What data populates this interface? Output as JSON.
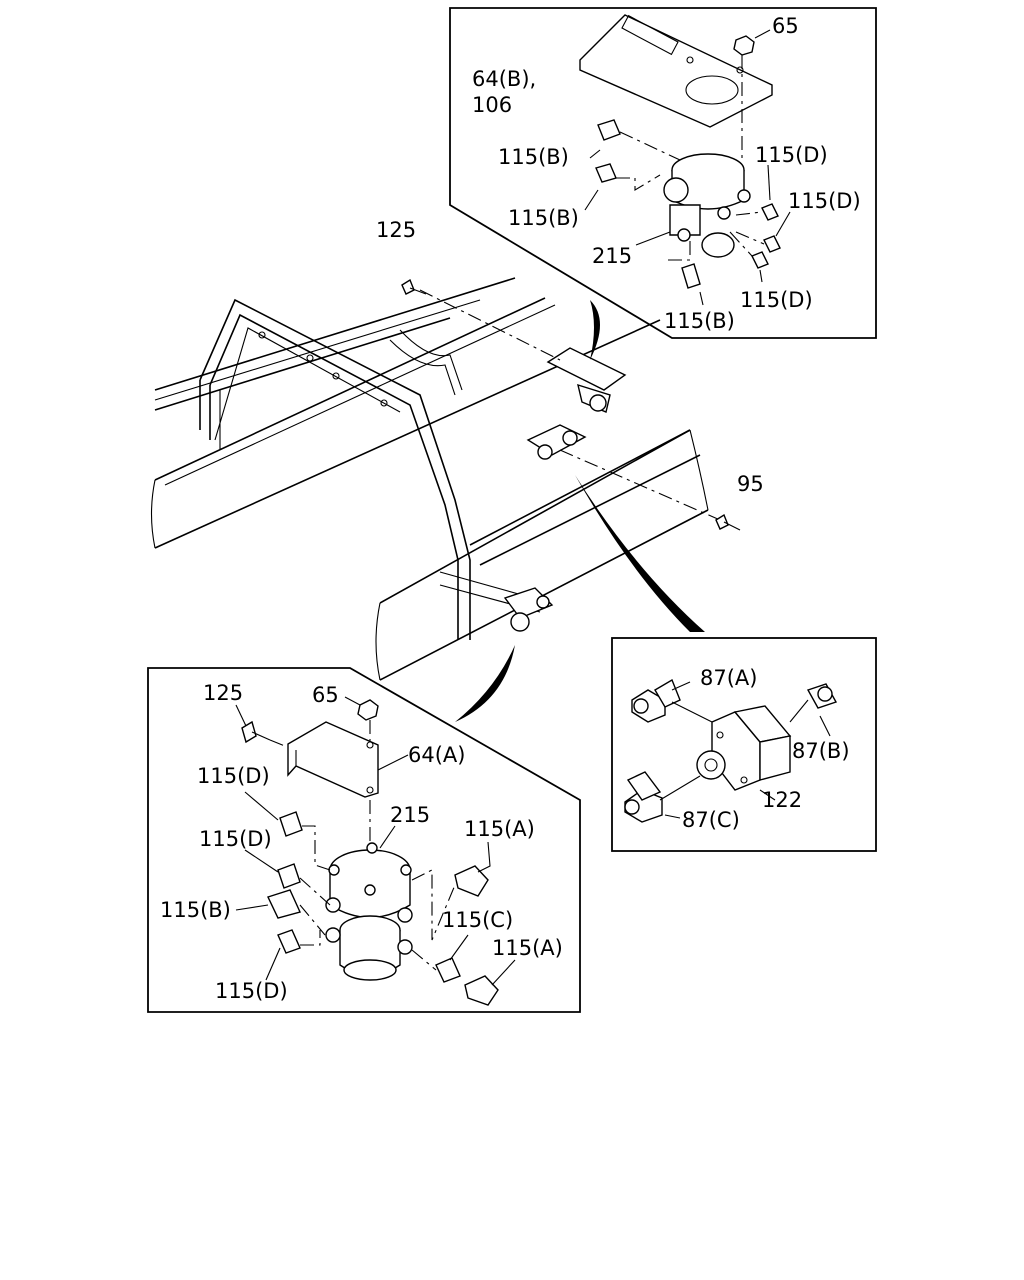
{
  "labels": {
    "top_inset": {
      "p65": "65",
      "p64b": "64(B),",
      "p106": "106",
      "p115b_1": "115(B)",
      "p115b_2": "115(B)",
      "p115b_3": "115(B)",
      "p115d_1": "115(D)",
      "p115d_2": "115(D)",
      "p115d_3": "115(D)",
      "p215": "215"
    },
    "main": {
      "p125": "125",
      "p95": "95"
    },
    "bottom_left_inset": {
      "p125": "125",
      "p65": "65",
      "p64a": "64(A)",
      "p215": "215",
      "p115d_1": "115(D)",
      "p115d_2": "115(D)",
      "p115d_3": "115(D)",
      "p115b": "115(B)",
      "p115a_1": "115(A)",
      "p115a_2": "115(A)",
      "p115c": "115(C)"
    },
    "right_inset": {
      "p87a": "87(A)",
      "p87b": "87(B)",
      "p87c": "87(C)",
      "p122": "122"
    }
  }
}
